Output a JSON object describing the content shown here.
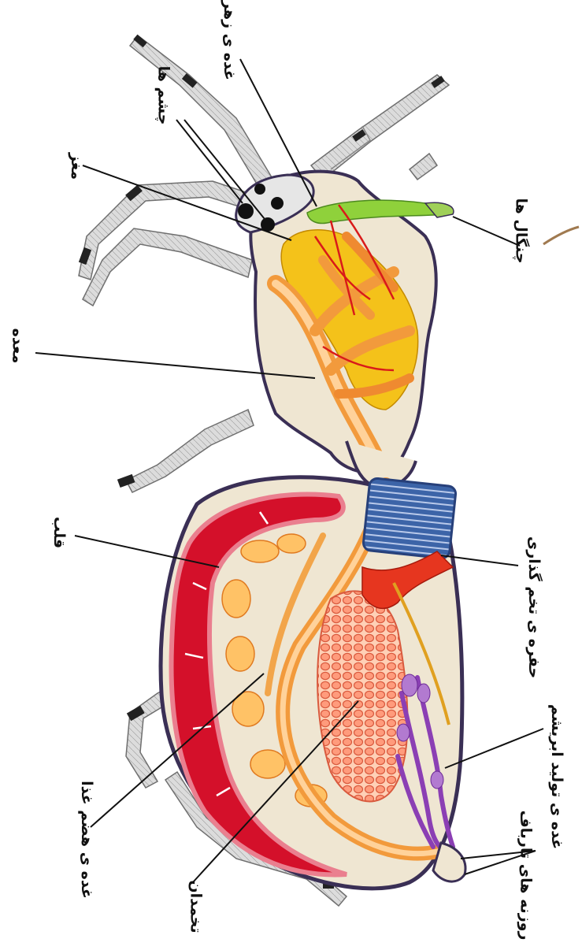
{
  "labels": {
    "venom_gland": "غده ی زهر",
    "eyes": "چشم ها",
    "brain": "مغز",
    "stomach": "معده",
    "chelicerae": "چنگال ها",
    "heart": "قلب",
    "egg_pore": "حفره ی تخم گذاری",
    "silk_gland": "غده ی تولید ابریشم",
    "spinnerets": "روزنه های تارباف",
    "digestive_gland": "غده ی هضم غذا",
    "ovary": "تخمدان"
  },
  "colors": {
    "outline": "#3a2f55",
    "body_fill": "#efe6d2",
    "heart": "#d4102a",
    "heart_border": "#ea7f8f",
    "gut": "#f29a3c",
    "gut_light": "#ffd29a",
    "nerve": "#f4c21a",
    "venom": "#8fd13b",
    "book_lung": "#4f7bc4",
    "ovary": "#ff8062",
    "silk": "#8b3fb4",
    "vessel": "#d91a1a",
    "leg": "#d9d9d9",
    "leg_joint": "#222222"
  }
}
